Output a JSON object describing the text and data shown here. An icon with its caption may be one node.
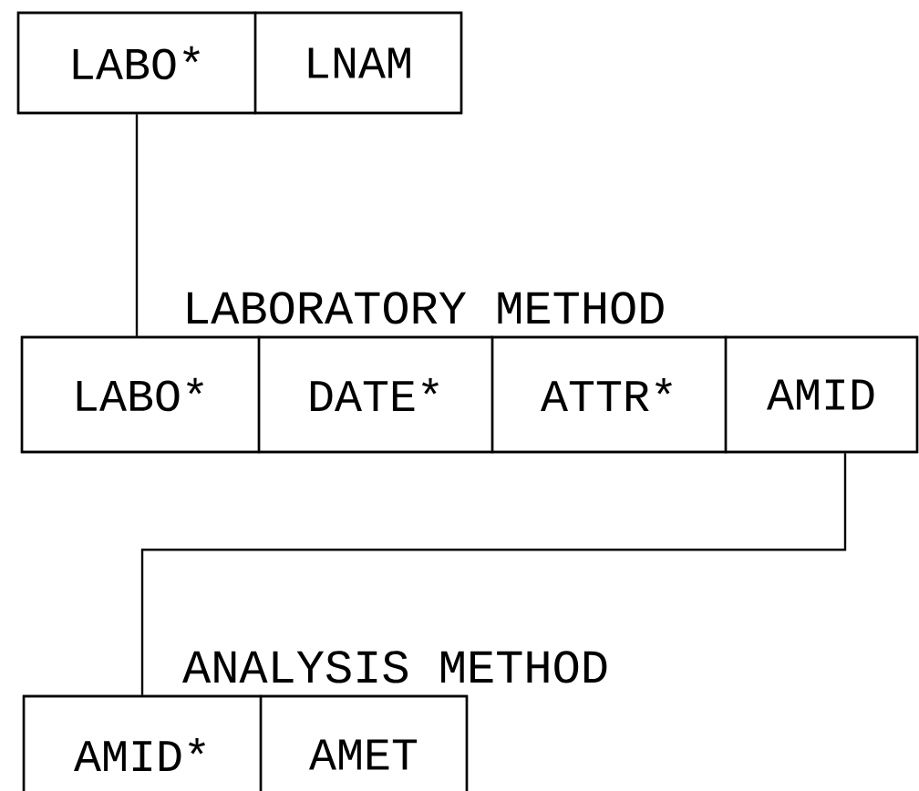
{
  "diagram": {
    "nodes": [
      {
        "text": [],
        "shape": "box"
      },
      {
        "text": [
          "LABO*"
        ],
        "in": 0
      },
      {
        "text": [
          "LNAM"
        ],
        "in": 0
      },
      {
        "text": [
          "LABORATORY METHOD"
        ]
      },
      {
        "text": [
          "LABO*"
        ],
        "in": 3
      },
      {
        "text": [
          "DATE*"
        ],
        "in": 3
      },
      {
        "text": [
          "ATTR*"
        ],
        "in": 3
      },
      {
        "text": [
          "AMID"
        ],
        "in": 3
      },
      {
        "text": [
          "ANALYSIS METHOD"
        ]
      },
      {
        "text": [
          "AMID*"
        ],
        "in": 8
      },
      {
        "text": [
          "AMET"
        ],
        "in": 8
      }
    ],
    "edges": [
      {
        "from": 1,
        "to": 4,
        "arrow": "none"
      },
      {
        "from": 7,
        "to": 9,
        "arrow": "none"
      }
    ]
  }
}
